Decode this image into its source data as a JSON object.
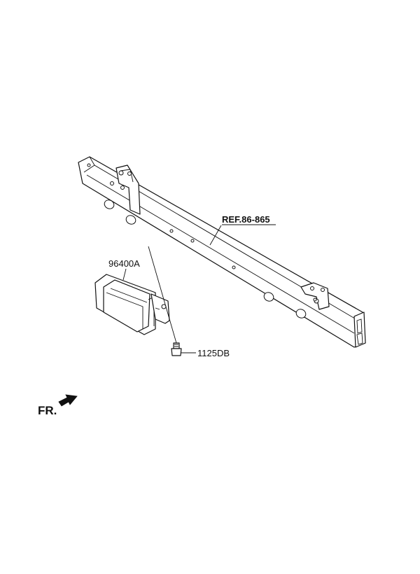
{
  "labels": {
    "reference": "REF.86-865",
    "sensor_part": "96400A",
    "bolt_part": "1125DB",
    "direction": "FR."
  }
}
